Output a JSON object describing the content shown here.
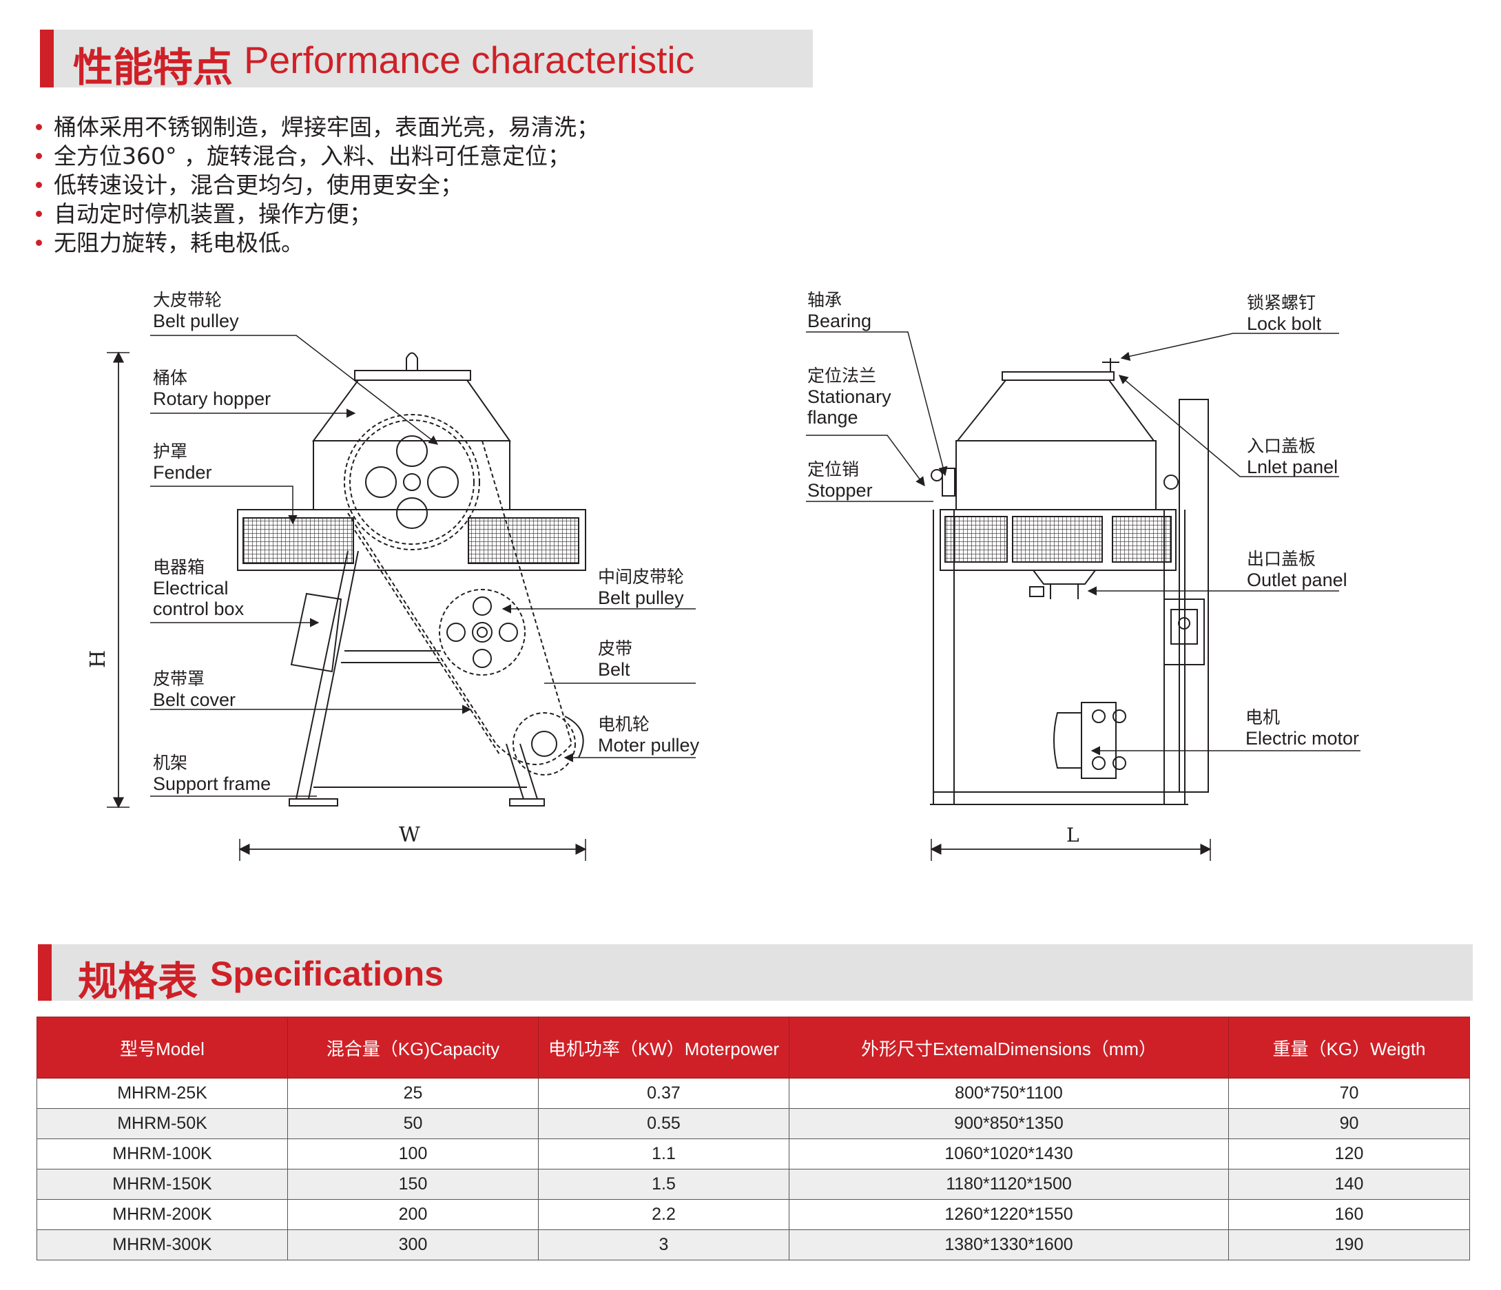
{
  "section1": {
    "title_cn": "性能特点",
    "title_en": "Performance characteristic"
  },
  "features": [
    "桶体采用不锈钢制造，焊接牢固，表面光亮，易清洗；",
    "全方位360° ，旋转混合，入料、出料可任意定位；",
    "低转速设计，混合更均匀，使用更安全；",
    "自动定时停机装置，操作方便；",
    "无阻力旋转，耗电极低。"
  ],
  "diagram_left": {
    "labels": [
      {
        "cn": "大皮带轮",
        "en": "Belt pulley"
      },
      {
        "cn": "桶体",
        "en": "Rotary hopper"
      },
      {
        "cn": "护罩",
        "en": "Fender"
      },
      {
        "cn": "电器箱",
        "en": "Electrical",
        "en2": "control box"
      },
      {
        "cn": "皮带罩",
        "en": "Belt cover"
      },
      {
        "cn": "机架",
        "en": "Support frame"
      },
      {
        "cn": "中间皮带轮",
        "en": "Belt pulley"
      },
      {
        "cn": "皮带",
        "en": "Belt"
      },
      {
        "cn": "电机轮",
        "en": "Moter pulley"
      }
    ],
    "dim_h": "H",
    "dim_w": "W"
  },
  "diagram_right": {
    "labels": [
      {
        "cn": "轴承",
        "en": "Bearing"
      },
      {
        "cn": "定位法兰",
        "en": "Stationary",
        "en2": "flange"
      },
      {
        "cn": "定位销",
        "en": "Stopper"
      },
      {
        "cn": "锁紧螺钉",
        "en": "Lock bolt"
      },
      {
        "cn": "入口盖板",
        "en": "Lnlet panel"
      },
      {
        "cn": "出口盖板",
        "en": "Outlet panel"
      },
      {
        "cn": "电机",
        "en": "Electric motor"
      }
    ],
    "dim_l": "L"
  },
  "section2": {
    "title_cn": "规格表",
    "title_en": "Specifications"
  },
  "specs": {
    "headers": [
      "型号Model",
      "混合量（KG)Capacity",
      "电机功率（KW）Moterpower",
      "外形尺寸ExtemalDimensions（mm）",
      "重量（KG）Weigth"
    ],
    "rows": [
      [
        "MHRM-25K",
        "25",
        "0.37",
        "800*750*1100",
        "70"
      ],
      [
        "MHRM-50K",
        "50",
        "0.55",
        "900*850*1350",
        "90"
      ],
      [
        "MHRM-100K",
        "100",
        "1.1",
        "1060*1020*1430",
        "120"
      ],
      [
        "MHRM-150K",
        "150",
        "1.5",
        "1180*1120*1500",
        "140"
      ],
      [
        "MHRM-200K",
        "200",
        "2.2",
        "1260*1220*1550",
        "160"
      ],
      [
        "MHRM-300K",
        "300",
        "3",
        "1380*1330*1600",
        "190"
      ]
    ]
  },
  "colors": {
    "accent": "#cf2027",
    "header_bg": "#e2e2e2",
    "row_alt": "#eeeeee"
  }
}
